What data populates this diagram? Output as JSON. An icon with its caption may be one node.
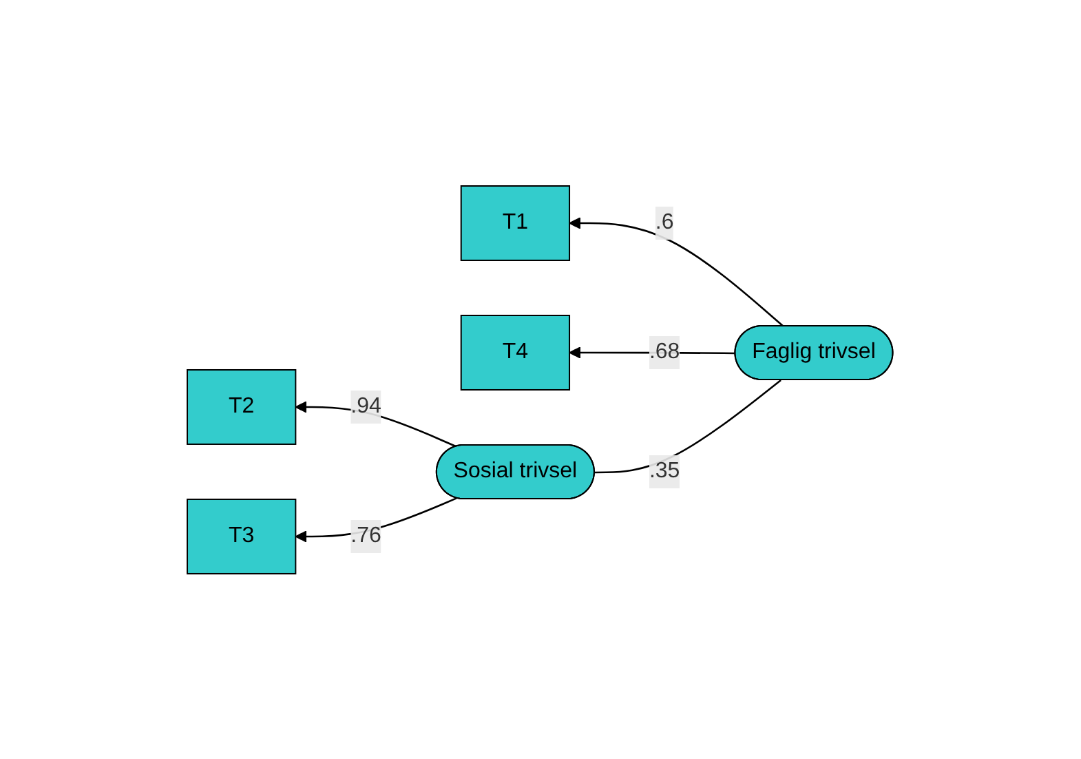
{
  "diagram": {
    "nodes": [
      {
        "text": [
          "T1"
        ]
      },
      {
        "text": [
          "Faglig trivsel"
        ]
      },
      {
        "text": [
          "T4"
        ]
      },
      {
        "text": [
          "T2"
        ]
      },
      {
        "text": [
          "Sosial trivsel"
        ]
      },
      {
        "text": [
          "T3"
        ]
      }
    ],
    "edges": [
      {
        "from": 1,
        "to": 0,
        "arrow": "to",
        "label": ".6"
      },
      {
        "from": 1,
        "to": 2,
        "arrow": "to",
        "label": ".68"
      },
      {
        "from": 4,
        "to": 3,
        "arrow": "to",
        "label": ".94"
      },
      {
        "from": 4,
        "to": 5,
        "arrow": "to",
        "label": ".76"
      },
      {
        "from": 1,
        "to": 4,
        "arrow": "none",
        "label": ".35"
      }
    ]
  }
}
